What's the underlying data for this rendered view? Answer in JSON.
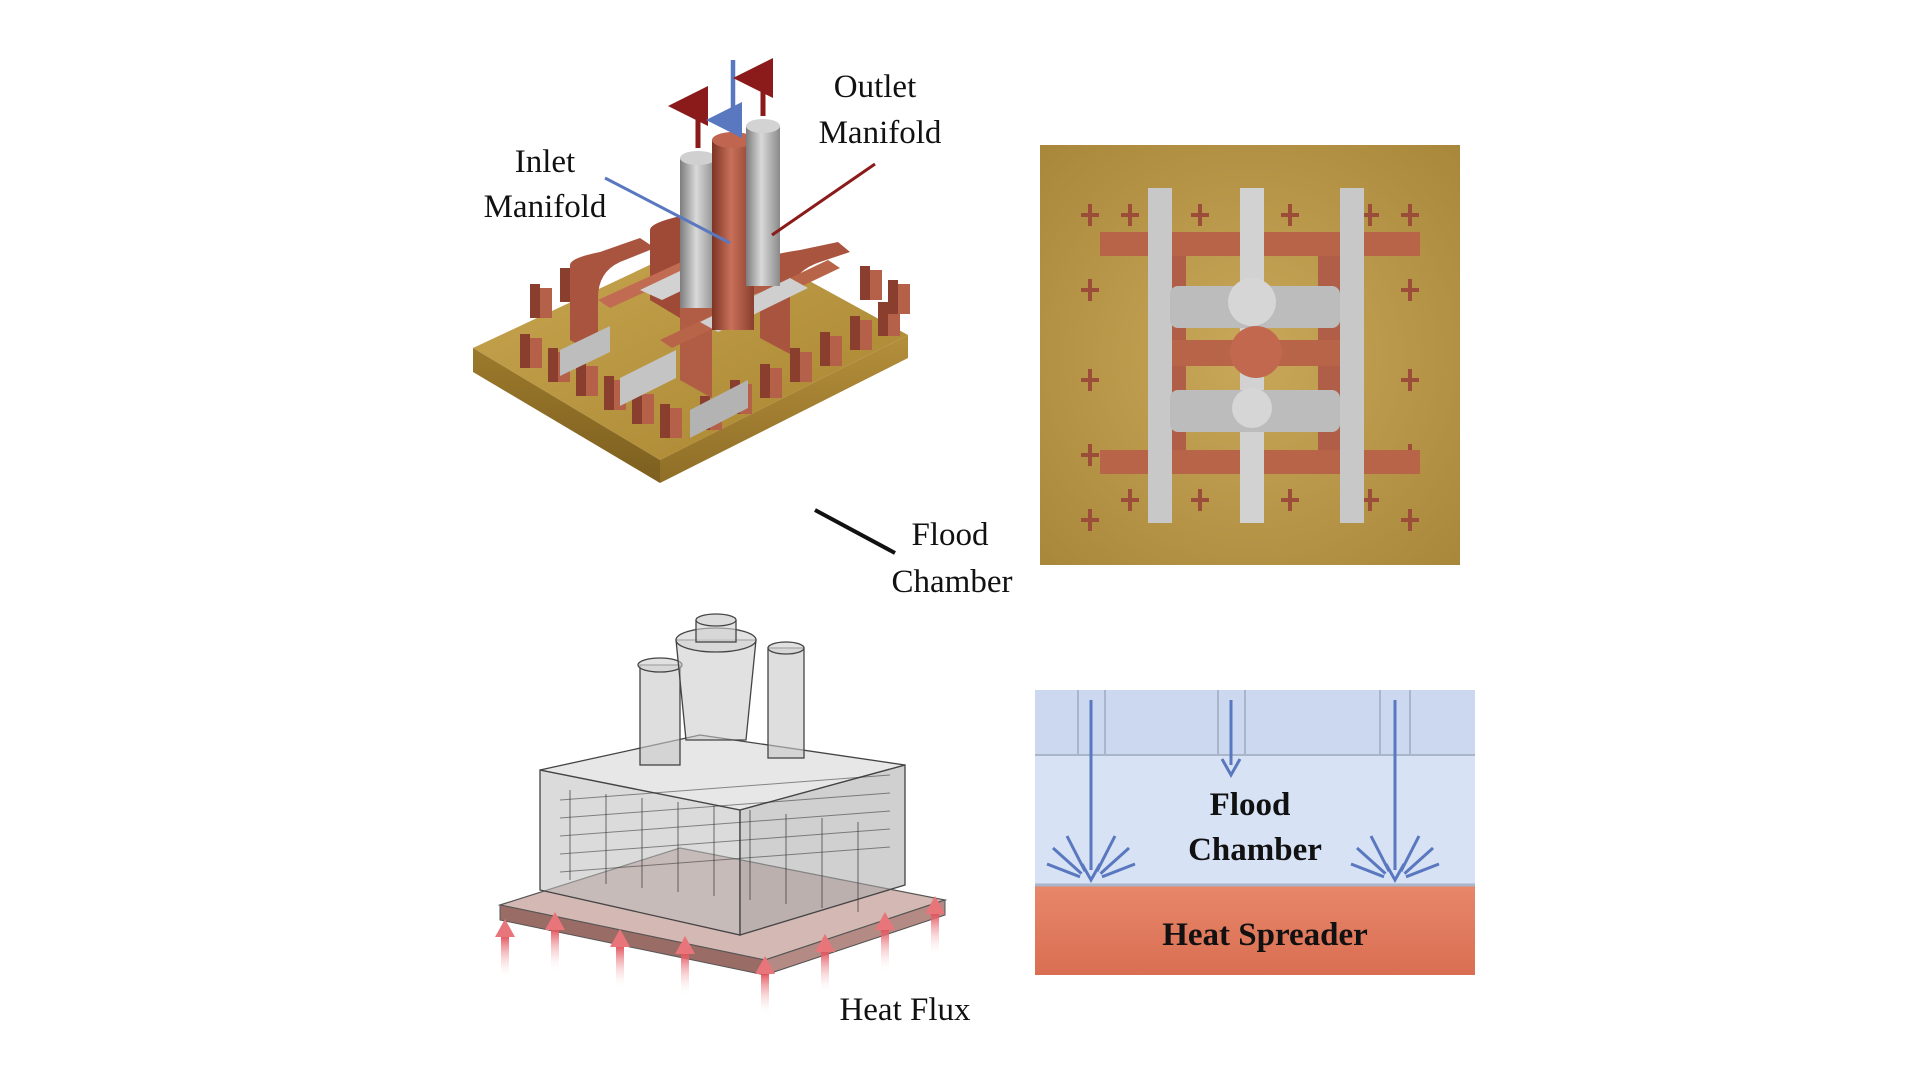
{
  "figure": {
    "panel_a": {
      "label_outlet_line1": "Outlet",
      "label_outlet_line2": "Manifold",
      "label_inlet_line1": "Inlet",
      "label_inlet_line2": "Manifold",
      "label_flood_line1": "Flood",
      "label_flood_line2": "Chamber"
    },
    "panel_c": {
      "label_heat_flux": "Heat Flux"
    },
    "panel_d": {
      "label_flood_line1": "Flood",
      "label_flood_line2": "Chamber",
      "label_heat_spreader": "Heat Spreader"
    }
  },
  "colors": {
    "copper": "#b5614a",
    "copper_dark": "#8a3f2e",
    "silver": "#b9b9b9",
    "silver_dark": "#8d8d8d",
    "gold_base": "#b89444",
    "arrow_red": "#8b1a1a",
    "arrow_blue": "#5a78c0",
    "chamber_fill": "#d4e0f4",
    "spreader_fill": "#e07b5f",
    "flux_arrow": "#e8757a"
  }
}
